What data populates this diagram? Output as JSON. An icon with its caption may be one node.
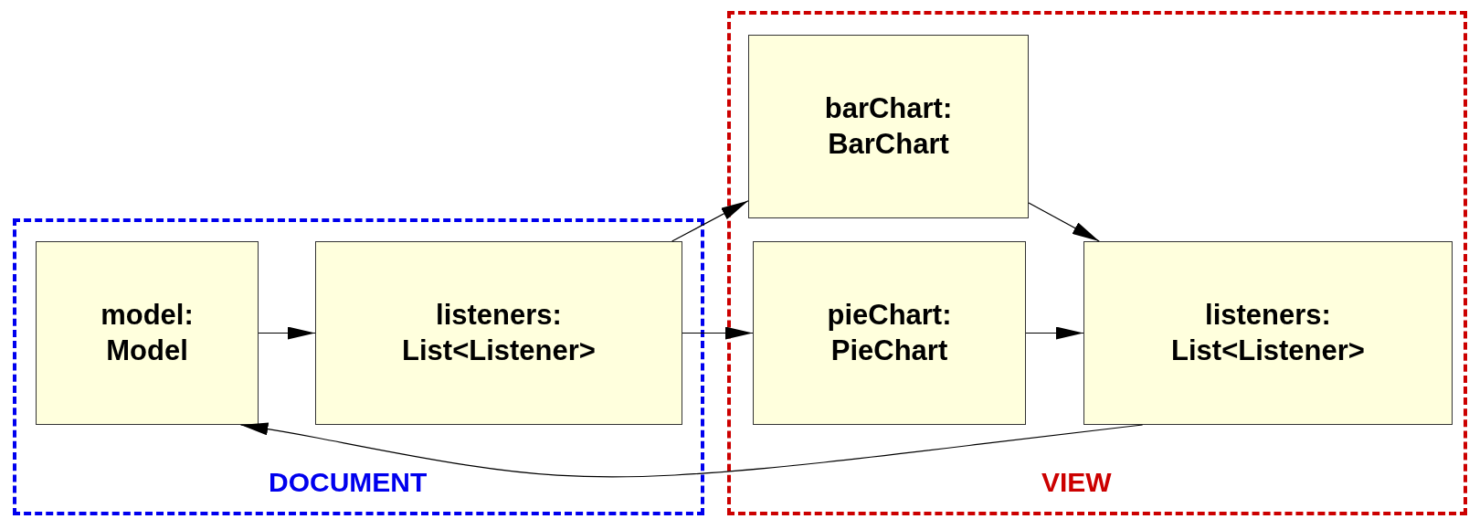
{
  "diagram": {
    "nodes": [
      {
        "text": [
          "DOCUMENT"
        ]
      },
      {
        "text": [
          "model: Model"
        ],
        "in": 0
      },
      {
        "text": [
          "listeners: List<Listener>"
        ],
        "in": 0
      },
      {
        "text": [
          "VIEW"
        ]
      },
      {
        "text": [
          "barChart: BarChart"
        ],
        "in": 3
      },
      {
        "text": [
          "pieChart: PieChart"
        ],
        "in": 3
      },
      {
        "text": [
          "listeners: List<Listener>"
        ],
        "in": 3
      }
    ],
    "edges": [
      {
        "from": 1,
        "to": 2,
        "arrow": "to"
      },
      {
        "from": 2,
        "to": 4,
        "arrow": "to"
      },
      {
        "from": 2,
        "to": 5,
        "arrow": "to"
      },
      {
        "from": 4,
        "to": 6,
        "arrow": "to"
      },
      {
        "from": 5,
        "to": 6,
        "arrow": "to"
      },
      {
        "from": 6,
        "to": 1,
        "arrow": "to"
      }
    ]
  }
}
